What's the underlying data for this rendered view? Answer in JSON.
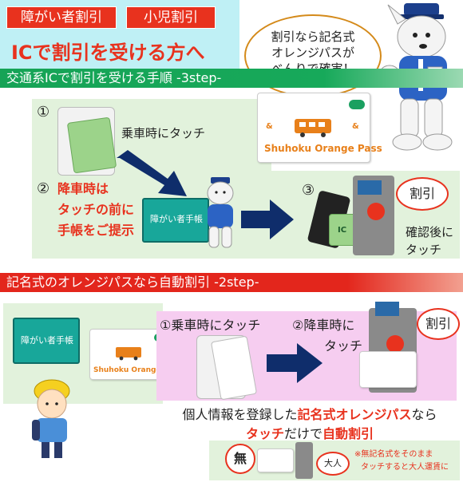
{
  "header": {
    "badge1": "障がい者割引",
    "badge2": "小児割引",
    "title": "ICで割引を受ける方へ"
  },
  "bubble": {
    "line1": "割引なら記名式",
    "line2": "オレンジパスが",
    "line3": "べんりで確実！"
  },
  "section1": {
    "title": "交通系ICで割引を受ける手順 -3step-",
    "step1_num": "①",
    "step1_text": "乗車時にタッチ",
    "step2_num": "②",
    "step2_l1": "降車時は",
    "step2_l2": "タッチの前に",
    "step2_l3": "手帳をご提示",
    "step3_num": "③",
    "step3_tag": "割引",
    "step3_l1": "確認後に",
    "step3_l2": "タッチ",
    "book_label": "障がい者手帳",
    "card_brand": "Shuhoku Orange Pass",
    "ic_label": "IC"
  },
  "section2": {
    "title": "記名式のオレンジパスなら自動割引 -2step-",
    "step1": "①乗車時にタッチ",
    "step2_l1": "②降車時に",
    "step2_l2": "タッチ",
    "tag": "割引",
    "book_label": "障がい者手帳",
    "card_brand": "Shuhoku Orange Pass",
    "desc_a": "個人情報を登録した",
    "desc_b": "記名式オレンジパス",
    "desc_c": "なら",
    "desc_d": "タッチ",
    "desc_e": "だけで",
    "desc_f": "自動割引"
  },
  "footer": {
    "mu": "無",
    "adult_tag": "大人",
    "note_l1": "※無記名式をそのまま",
    "note_l2": "タッチすると大人運賃に"
  },
  "colors": {
    "accent_red": "#e8321e",
    "green_band": "#16a356",
    "orange": "#e8801a",
    "teal": "#18a79a"
  },
  "icons": [
    "bus-icon",
    "mascot-dog",
    "child-student",
    "ticket-gate",
    "smartphone",
    "arrow-right-icon"
  ]
}
